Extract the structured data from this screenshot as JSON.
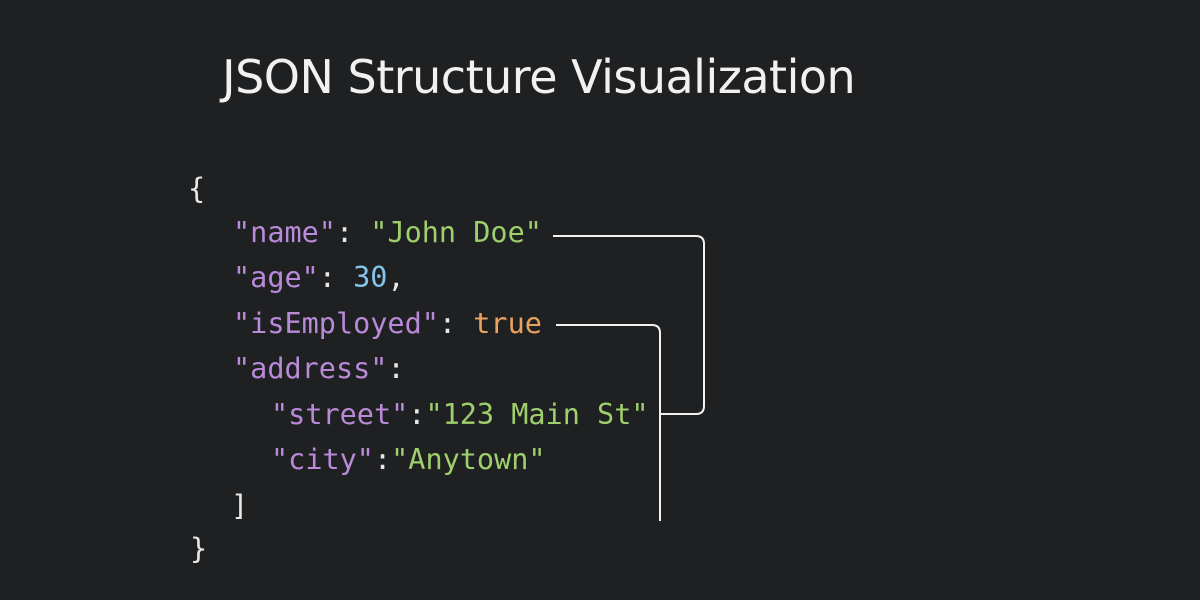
{
  "title": "JSON Structure Visualization",
  "colors": {
    "background": "#1f2022",
    "key": "#b88ad8",
    "string": "#9fcf6c",
    "number": "#82c4ea",
    "boolean": "#eaa35f",
    "punctuation": "#e8e8e8",
    "connector": "#ffffff"
  },
  "code": {
    "open_brace": "{",
    "name_key": "\"name\"",
    "name_value": "\"John Doe\"",
    "age_key": "\"age\"",
    "age_value": "30",
    "is_employed_key": "\"isEmployed\"",
    "is_employed_value": "true",
    "address_key": "\"address\"",
    "street_key": "\"street\"",
    "street_value": "\"123 Main St\"",
    "city_key": "\"city\"",
    "city_value": "\"Anytown\"",
    "close_bracket": "]",
    "close_brace": "}",
    "colon": ":",
    "comma": ","
  }
}
